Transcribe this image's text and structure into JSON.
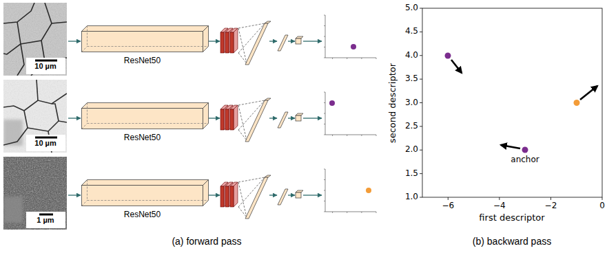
{
  "diagram": {
    "nodes": [
      {
        "text": [
          "ResNet50"
        ]
      },
      {
        "text": [
          "ResNet50"
        ]
      },
      {
        "text": [
          "ResNet50"
        ]
      }
    ],
    "labels": [
      "10 µm",
      "10 µm",
      "1 µm",
      "(a) forward pass",
      "1.0",
      "1.5",
      "2.0",
      "2.5",
      "3.0",
      "3.5",
      "4.0",
      "4.5",
      "5.0",
      "−6",
      "−4",
      "−2",
      "0",
      "first descriptor",
      "second descriptor",
      "anchor",
      "(b) backward pass"
    ]
  }
}
